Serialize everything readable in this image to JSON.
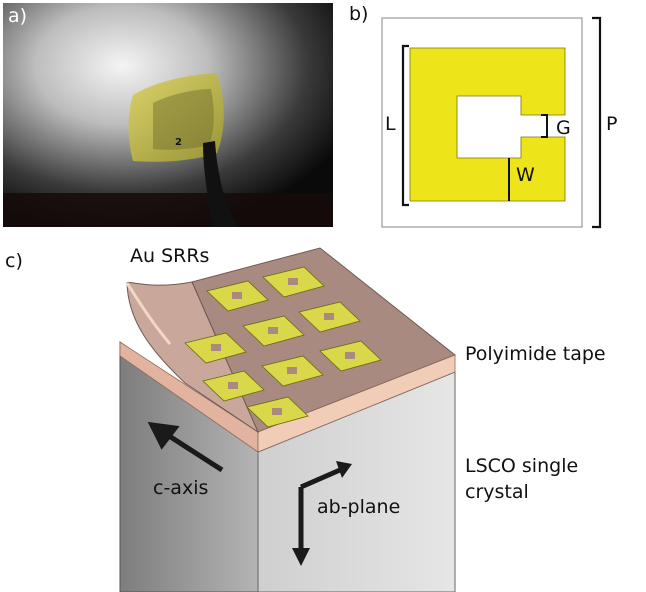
{
  "panel_a": {
    "label": "a)",
    "sample_marker": "2"
  },
  "panel_b": {
    "label": "b)",
    "dim_L": "L",
    "dim_G": "G",
    "dim_P": "P",
    "dim_W": "W",
    "colors": {
      "gold": "#ede41a",
      "outline": "#333333"
    }
  },
  "panel_c": {
    "label": "c)",
    "srr_label": "Au SRRs",
    "tape_label": "Polyimide tape",
    "crystal_label_line1": "LSCO single",
    "crystal_label_line2": "crystal",
    "c_axis_label": "c-axis",
    "ab_plane_label": "ab-plane",
    "colors": {
      "tape": "#e9c7b3",
      "resonator": "#d8d84a",
      "crystal": "#9a9a9a"
    }
  }
}
